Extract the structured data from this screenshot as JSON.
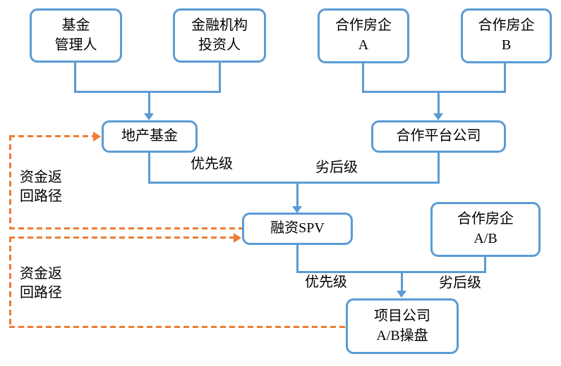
{
  "diagram": {
    "nodes": {
      "fund_manager": "基金\n管理人",
      "financial_investor": "金融机构\n投资人",
      "partner_developer_a": "合作房企\nA",
      "partner_developer_b": "合作房企\nB",
      "real_estate_fund": "地产基金",
      "platform_company": "合作平台公司",
      "financing_spv": "融资SPV",
      "partner_developer_ab": "合作房企\nA/B",
      "project_company": "项目公司\nA/B操盘"
    },
    "labels": {
      "senior_top": "优先级",
      "junior_top": "劣后级",
      "senior_bottom": "优先级",
      "junior_bottom": "劣后级",
      "return_path_top": "资金返\n回路径",
      "return_path_bottom": "资金返\n回路径"
    },
    "colors": {
      "node_border": "#5B9BD5",
      "connector": "#5B9BD5",
      "return_path": "#ED7D31",
      "text": "#000000",
      "background": "#FFFFFF"
    }
  }
}
